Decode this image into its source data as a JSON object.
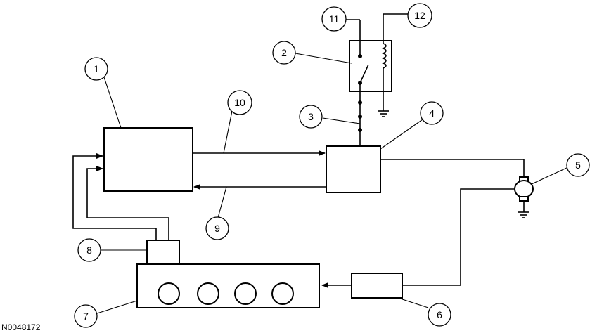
{
  "figure_code": "N0048172",
  "callouts": {
    "c1": "1",
    "c2": "2",
    "c3": "3",
    "c4": "4",
    "c5": "5",
    "c6": "6",
    "c7": "7",
    "c8": "8",
    "c9": "9",
    "c10": "10",
    "c11": "11",
    "c12": "12"
  }
}
